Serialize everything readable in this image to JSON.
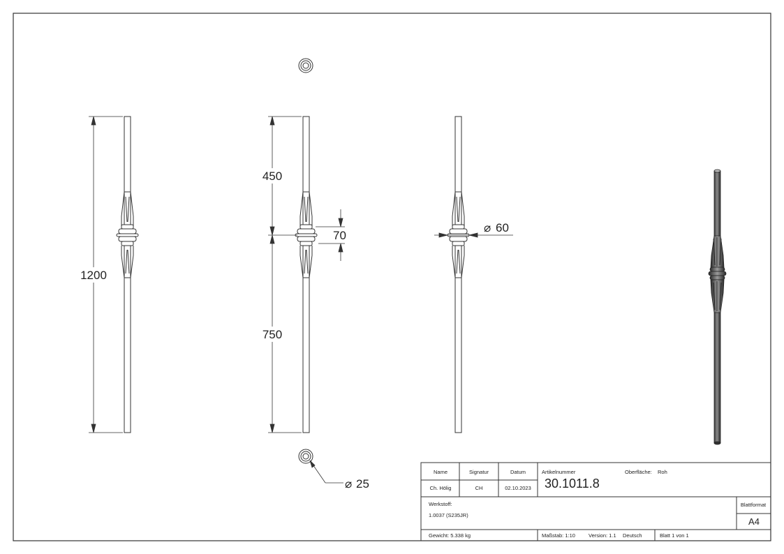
{
  "dimensions": {
    "total_height": "1200",
    "upper_length": "450",
    "collar_height": "70",
    "collar_diameter": "60",
    "bar_diameter": "25",
    "lower_length": "750"
  },
  "title_block": {
    "name_header": "Name",
    "signature_header": "Signatur",
    "date_header": "Datum",
    "article_label": "Artikelnummer",
    "surface_label": "Oberfläche:",
    "surface_value": "Roh",
    "name_value": "Ch. Hölig",
    "signature_value": "CH",
    "date_value": "02.10.2023",
    "article_value": "30.1011.8",
    "material_label": "Werkstoff:",
    "material_value": "1.0037 (S235JR)",
    "format_label": "Blattformat",
    "format_value": "A4",
    "weight_text": "Gewicht: 5.338 kg",
    "scale_text": "Maßstab: 1:10",
    "version_text": "Version: 1.1",
    "language_text": "Deutsch",
    "sheet_text": "Blatt 1 von 1"
  },
  "symbols": {
    "diameter": "⌀"
  }
}
